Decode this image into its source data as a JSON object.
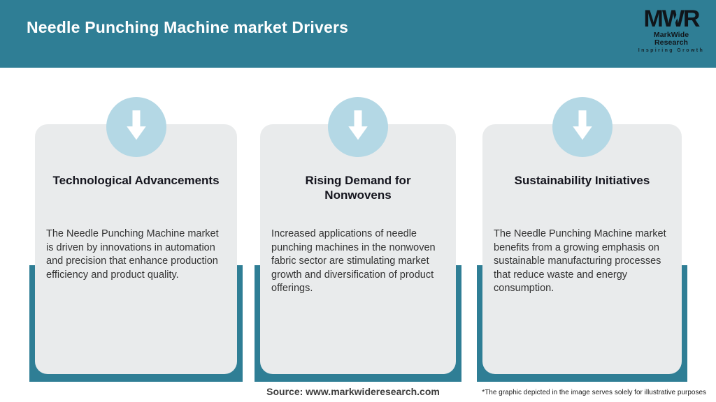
{
  "header": {
    "title": "Needle Punching Machine market Drivers",
    "logo": {
      "acronym": "MWR",
      "name": "MarkWide Research",
      "tagline": "Inspiring Growth"
    }
  },
  "cards": [
    {
      "icon": "arrow-down-circle-icon",
      "title": "Technological Advancements",
      "body": "The Needle Punching Machine market is driven by innovations in automation and precision that enhance production efficiency and product quality."
    },
    {
      "icon": "arrow-down-circle-icon",
      "title": "Rising Demand for Nonwovens",
      "body": "Increased applications of needle punching machines in the nonwoven fabric sector are stimulating market growth and diversification of product offerings."
    },
    {
      "icon": "arrow-down-circle-icon",
      "title": "Sustainability Initiatives",
      "body": "The Needle Punching Machine market benefits from a growing emphasis on sustainable manufacturing processes that reduce waste and energy consumption."
    }
  ],
  "footer": {
    "source": "Source: www.markwideresearch.com",
    "disclaimer": "*The graphic depicted in the image serves solely for illustrative purposes"
  },
  "colors": {
    "header_teal": "#2F7E95",
    "backdrop_teal": "#2F7E95",
    "card_gray": "#E9EBEC",
    "circle_blue": "#B4D8E5",
    "title_text": "#15151E",
    "body_text": "#333333"
  }
}
